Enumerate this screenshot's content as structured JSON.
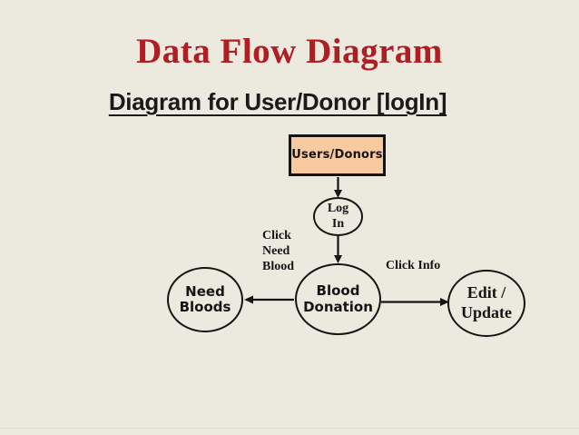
{
  "slide": {
    "title": "Data Flow Diagram",
    "subtitle": "Diagram for User/Donor [logIn]"
  },
  "diagram": {
    "nodes": {
      "users_donors": {
        "label": "Users/Donors"
      },
      "log_in": {
        "line1": "Log",
        "line2": "In"
      },
      "blood_donation": {
        "line1": "Blood",
        "line2": "Donation"
      },
      "need_bloods": {
        "line1": "Need",
        "line2": "Bloods"
      },
      "edit_update": {
        "line1": "Edit /",
        "line2": "Update"
      }
    },
    "edge_labels": {
      "click_need_blood": {
        "lines": [
          "Click",
          "Need",
          "Blood"
        ]
      },
      "click_info": "Click Info"
    }
  },
  "colors": {
    "slide_background": "#ECE9DF",
    "title_red": "#B01E23",
    "process_box_fill": "#F9C9A0",
    "ink": "#141414"
  }
}
